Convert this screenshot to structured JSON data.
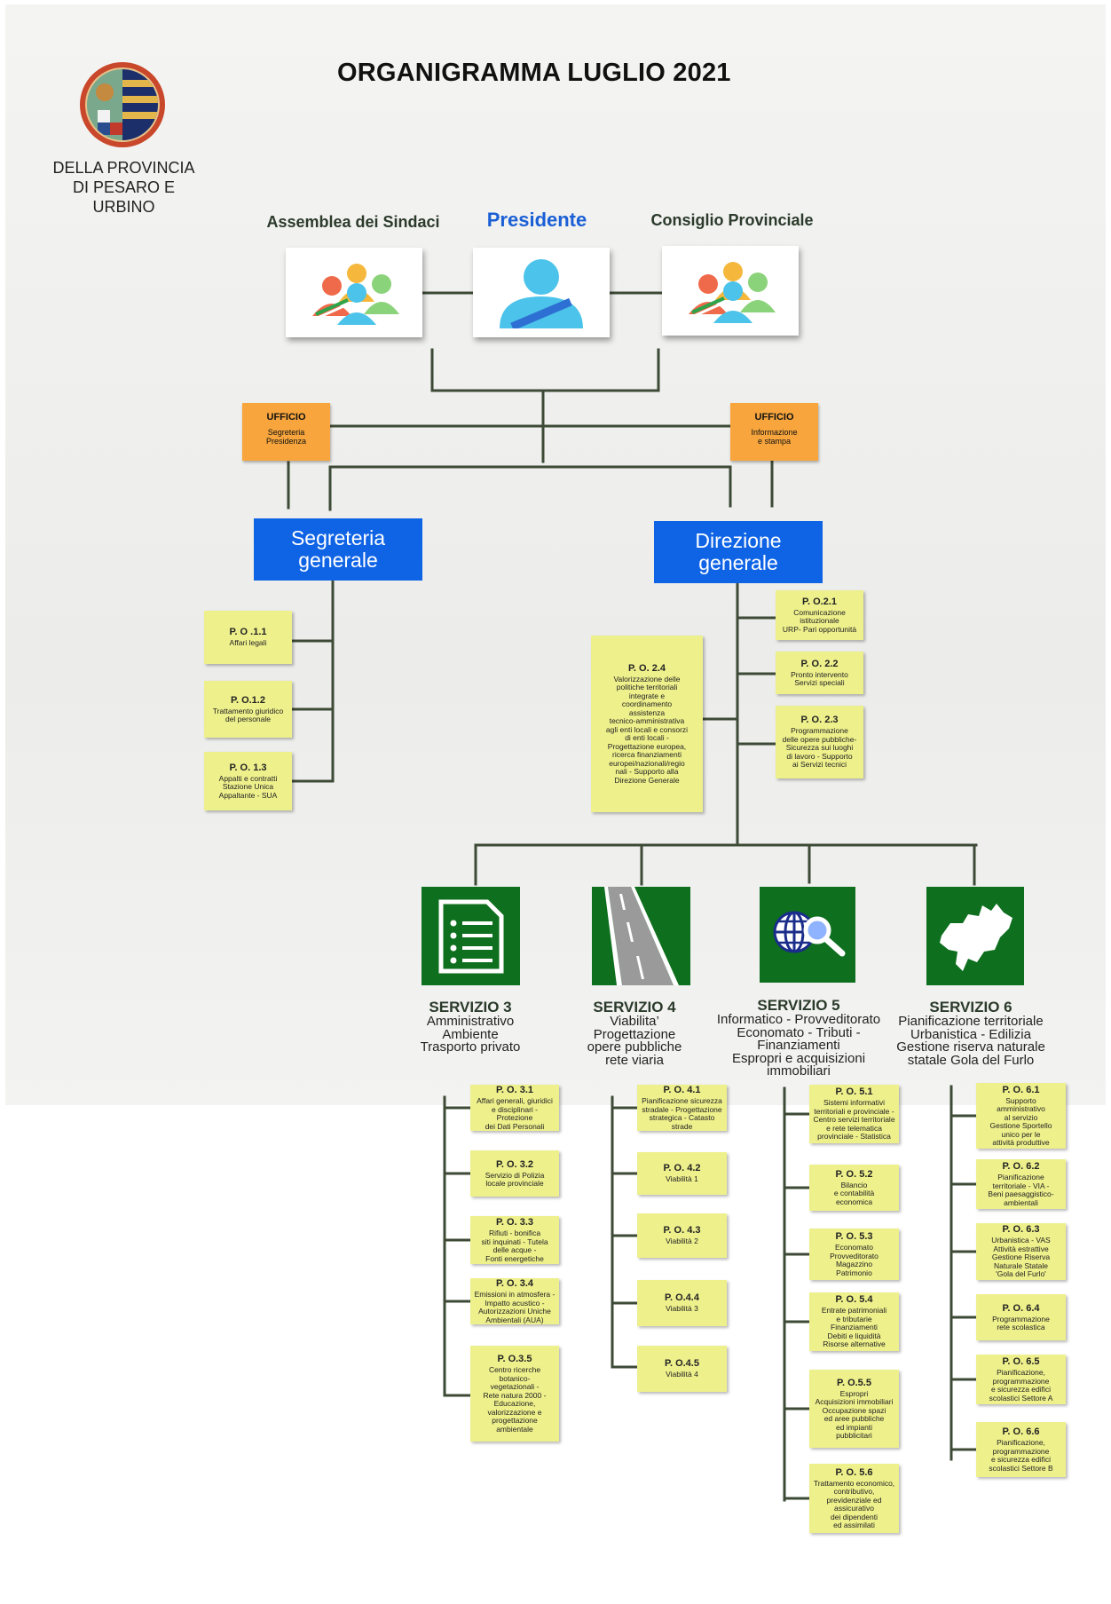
{
  "colors": {
    "connector": "#3d4a36",
    "ufficio": "#f7a53c",
    "direction_box": "#0f64e6",
    "po_box": "#eef08c",
    "service_icon": "#0e6f1e",
    "presidente_label": "#1a5fd6"
  },
  "header": {
    "title": "ORGANIGRAMMA LUGLIO 2021",
    "logo_line1": "DELLA PROVINCIA",
    "logo_line2": "DI PESARO E URBINO",
    "logo_icon": "provincial-coat-of-arms"
  },
  "governance": {
    "assemblea": {
      "label": "Assemblea dei Sindaci",
      "icon": "group-people-icon"
    },
    "presidente": {
      "label": "Presidente",
      "icon": "person-icon"
    },
    "consiglio": {
      "label": "Consiglio Provinciale",
      "icon": "group-people-icon"
    }
  },
  "uffici": {
    "left": {
      "title": "UFFICIO",
      "sub": "Segreteria\nPresidenza"
    },
    "right": {
      "title": "UFFICIO",
      "sub": "Informazione\ne stampa"
    }
  },
  "segreteria": {
    "label": "Segreteria\ngenerale",
    "pos": [
      {
        "code": "P. O .1.1",
        "desc": "Affari legali"
      },
      {
        "code": "P. O.1.2",
        "desc": "Trattamento giuridico\ndel personale"
      },
      {
        "code": "P. O. 1.3",
        "desc": "Appalti e contratti\nStazione Unica\nAppaltante -  SUA"
      }
    ]
  },
  "direzione": {
    "label": "Direzione\ngenerale",
    "po_2_1": {
      "code": "P. O.2.1",
      "desc": "Comunicazione\nistituzionale\nURP- Pari opportunità"
    },
    "po_2_2": {
      "code": "P. O. 2.2",
      "desc": "Pronto intervento\nServizi speciali"
    },
    "po_2_3": {
      "code": "P. O. 2.3",
      "desc": "Programmazione\ndelle opere pubbliche-\nSicurezza sui luoghi\ndi lavoro - Supporto\nai Servizi tecnici"
    },
    "po_2_4": {
      "code": "P. O. 2.4",
      "desc": "Valorizzazione delle\npolitiche territoriali\nintegrate e\ncoordinamento\nassistenza\ntecnico-amministrativa\nagli enti locali e consorzi\ndi enti locali -\nProgettazione europea,\nricerca finanziamenti\neuropei/nazionali/regio\nnali - Supporto alla\nDirezione Generale"
    }
  },
  "servizi": [
    {
      "name": "SERVIZIO 3",
      "title": "Amministrativo\nAmbiente\nTrasporto privato",
      "icon": "document-list-icon",
      "pos": [
        {
          "code": "P. O. 3.1",
          "desc": "Affari generali, giuridici\ne disciplinari - Protezione\ndei Dati Personali"
        },
        {
          "code": "P. O. 3.2",
          "desc": "Servizio di Polizia\nlocale provinciale"
        },
        {
          "code": "P. O. 3.3",
          "desc": "Rifiuti - bonifica\nsiti inquinati - Tutela\ndelle acque -\nFonti energetiche"
        },
        {
          "code": "P. O. 3.4",
          "desc": "Emissioni in atmosfera -\nImpatto acustico -\nAutorizzazioni Uniche\nAmbientali (AUA)"
        },
        {
          "code": "P. O.3.5",
          "desc": "Centro ricerche\nbotanico-\nvegetazionali -\nRete natura 2000 -\nEducazione,\nvalorizzazione e\nprogettazione\nambientale"
        }
      ]
    },
    {
      "name": "SERVIZIO 4",
      "title": "Viabilita’\nProgettazione\nopere pubbliche\nrete viaria",
      "icon": "road-icon",
      "pos": [
        {
          "code": "P. O. 4.1",
          "desc": "Pianificazione sicurezza\nstradale - Progettazione\nstrategica - Catasto strade"
        },
        {
          "code": "P. O. 4.2",
          "desc": "Viabilità 1"
        },
        {
          "code": "P. O. 4.3",
          "desc": "Viabilità 2"
        },
        {
          "code": "P. O.4.4",
          "desc": "Viabilità 3"
        },
        {
          "code": "P. O.4.5",
          "desc": "Viabilità 4"
        }
      ]
    },
    {
      "name": "SERVIZIO 5",
      "title": "Informatico - Provveditorato\nEconomato - Tributi -\nFinanziamenti\nEspropri e acquisizioni\nimmobiliari",
      "icon": "globe-search-icon",
      "pos": [
        {
          "code": "P. O. 5.1",
          "desc": "Sistemi informativi\nterritoriali e provinciale -\nCentro servizi territoriale\ne rete telematica\nprovinciale - Statistica"
        },
        {
          "code": "P. O. 5.2",
          "desc": "Bilancio\ne contabilità\neconomica"
        },
        {
          "code": "P. O. 5.3",
          "desc": "Economato\nProvveditorato\nMagazzino\nPatrimonio"
        },
        {
          "code": "P. O. 5.4",
          "desc": "Entrate patrimoniali\ne tributarie\nFinanziamenti\nDebiti e liquidità\nRisorse alternative"
        },
        {
          "code": "P. O.5.5",
          "desc": "Espropri\nAcquisizioni immobiliari\nOccupazione spazi\ned aree pubbliche\ned impianti\npubblicitari"
        },
        {
          "code": "P. O. 5.6",
          "desc": "Trattamento economico,\ncontributivo,\nprevidenziale ed\nassicurativo\ndei dipendenti\ned assimilati"
        }
      ]
    },
    {
      "name": "SERVIZIO 6",
      "title": "Pianificazione territoriale\nUrbanistica - Edilizia\nGestione riserva naturale\nstatale Gola del Furlo",
      "icon": "province-map-icon",
      "pos": [
        {
          "code": "P. O. 6.1",
          "desc": "Supporto\namministrativo\nal servizio\nGestione Sportello\nunico per le\nattività produttive"
        },
        {
          "code": "P. O. 6.2",
          "desc": "Pianificazione\nterritoriale - VIA -\nBeni paesaggistico-\nambientali"
        },
        {
          "code": "P. O. 6.3",
          "desc": "Urbanistica - VAS\nAttività estrattive\nGestione Riserva\nNaturale Statale\n'Gola del Furlo'"
        },
        {
          "code": "P. O. 6.4",
          "desc": "Programmazione\nrete scolastica"
        },
        {
          "code": "P. O. 6.5",
          "desc": "Pianificazione,\nprogrammazione\ne sicurezza edifici\nscolastici Settore A"
        },
        {
          "code": "P. O. 6.6",
          "desc": "Pianificazione,\nprogrammazione\ne sicurezza edifici\nscolastici Settore B"
        }
      ]
    }
  ]
}
